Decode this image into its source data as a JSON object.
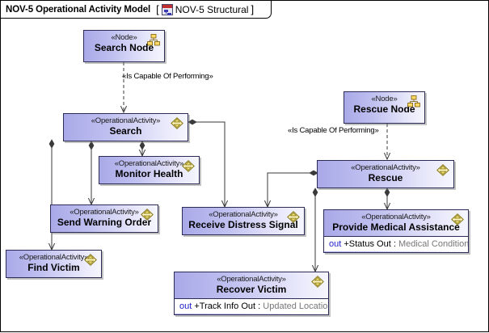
{
  "frame": {
    "title": "NOV-5 Operational Activity Model",
    "bracket_open": "[",
    "bracket_close": "]",
    "context_label": "NOV-5 Structural",
    "context_icon": "structural-diagram-icon"
  },
  "icons": {
    "node": "node-icon",
    "operational_activity": "activity-icon"
  },
  "elements": [
    {
      "id": "search-node",
      "stereotype": "«Node»",
      "name": "Search Node",
      "icon": "node-icon",
      "compartment": null
    },
    {
      "id": "rescue-node",
      "stereotype": "«Node»",
      "name": "Rescue Node",
      "icon": "node-icon",
      "compartment": null
    },
    {
      "id": "search",
      "stereotype": "«OperationalActivity»",
      "name": "Search",
      "icon": "activity-icon",
      "compartment": null
    },
    {
      "id": "monitor-health",
      "stereotype": "«OperationalActivity»",
      "name": "Monitor Health",
      "icon": "activity-icon",
      "compartment": null
    },
    {
      "id": "send-warning-order",
      "stereotype": "«OperationalActivity»",
      "name": "Send Warning Order",
      "icon": "activity-icon",
      "compartment": null
    },
    {
      "id": "find-victim",
      "stereotype": "«OperationalActivity»",
      "name": "Find Victim",
      "icon": "activity-icon",
      "compartment": null
    },
    {
      "id": "receive-distress-signal",
      "stereotype": "«OperationalActivity»",
      "name": "Receive Distress Signal",
      "icon": "activity-icon",
      "compartment": null
    },
    {
      "id": "rescue",
      "stereotype": "«OperationalActivity»",
      "name": "Rescue",
      "icon": "activity-icon",
      "compartment": null
    },
    {
      "id": "provide-medical-assistance",
      "stereotype": "«OperationalActivity»",
      "name": "Provide Medical Assistance",
      "icon": "activity-icon",
      "compartment": {
        "direction": "out",
        "property": "+Status Out",
        "separator": ":",
        "type": "Medical Condition"
      }
    },
    {
      "id": "recover-victim",
      "stereotype": "«OperationalActivity»",
      "name": "Recover Victim",
      "icon": "activity-icon",
      "compartment": {
        "direction": "out",
        "property": "+Track Info Out",
        "separator": ":",
        "type": "Updated Location"
      }
    }
  ],
  "edge_labels": {
    "search_capable": "«Is Capable Of Performing»",
    "rescue_capable": "«Is Capable Of Performing»"
  },
  "colors": {
    "element_fill_start": "#a9a9e8",
    "element_fill_end": "#f6f6fe",
    "element_border": "#2b2b55",
    "keyword": "#2222cc",
    "type_text": "#777777",
    "line": "#3a3a3a"
  }
}
